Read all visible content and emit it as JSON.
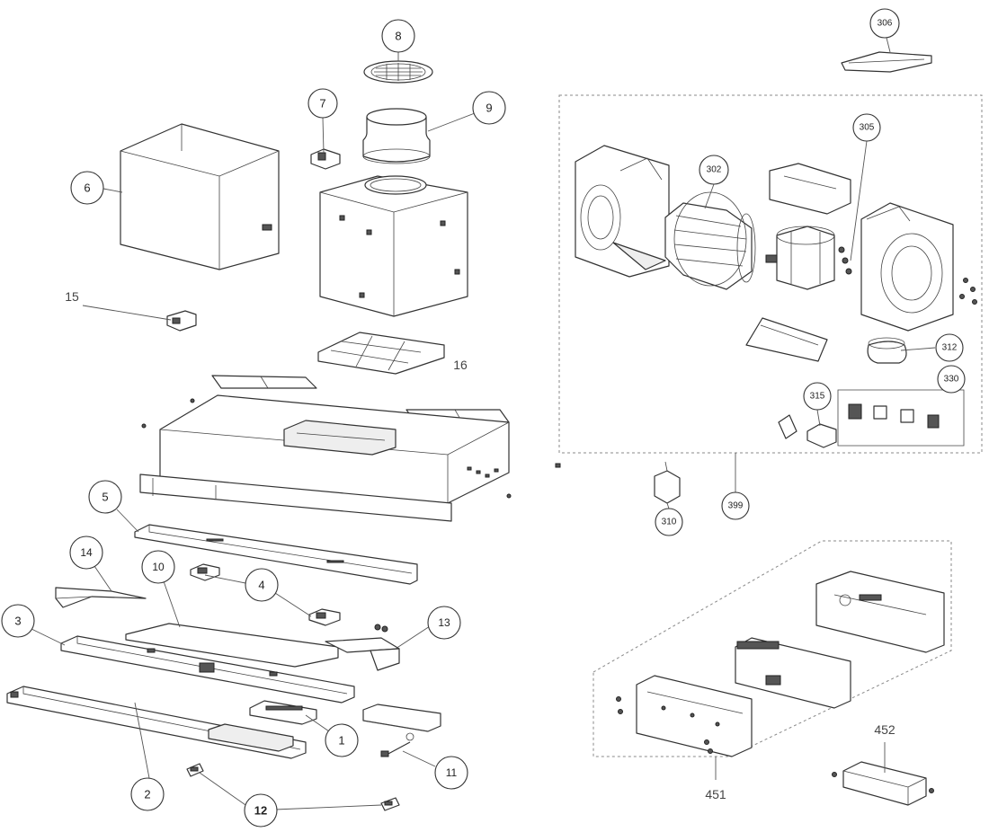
{
  "callouts": [
    {
      "label": "8"
    },
    {
      "label": "7"
    },
    {
      "label": "9"
    },
    {
      "label": "6"
    },
    {
      "label": "5"
    },
    {
      "label": "14"
    },
    {
      "label": "10"
    },
    {
      "label": "4"
    },
    {
      "label": "3"
    },
    {
      "label": "13"
    },
    {
      "label": "1"
    },
    {
      "label": "11"
    },
    {
      "label": "2"
    },
    {
      "label": "12"
    },
    {
      "label": "306"
    },
    {
      "label": "305"
    },
    {
      "label": "302"
    },
    {
      "label": "312"
    },
    {
      "label": "330"
    },
    {
      "label": "315"
    },
    {
      "label": "310"
    },
    {
      "label": "399"
    }
  ],
  "plain_labels": [
    {
      "label": "15"
    },
    {
      "label": "16"
    },
    {
      "label": "452"
    },
    {
      "label": "451"
    }
  ]
}
